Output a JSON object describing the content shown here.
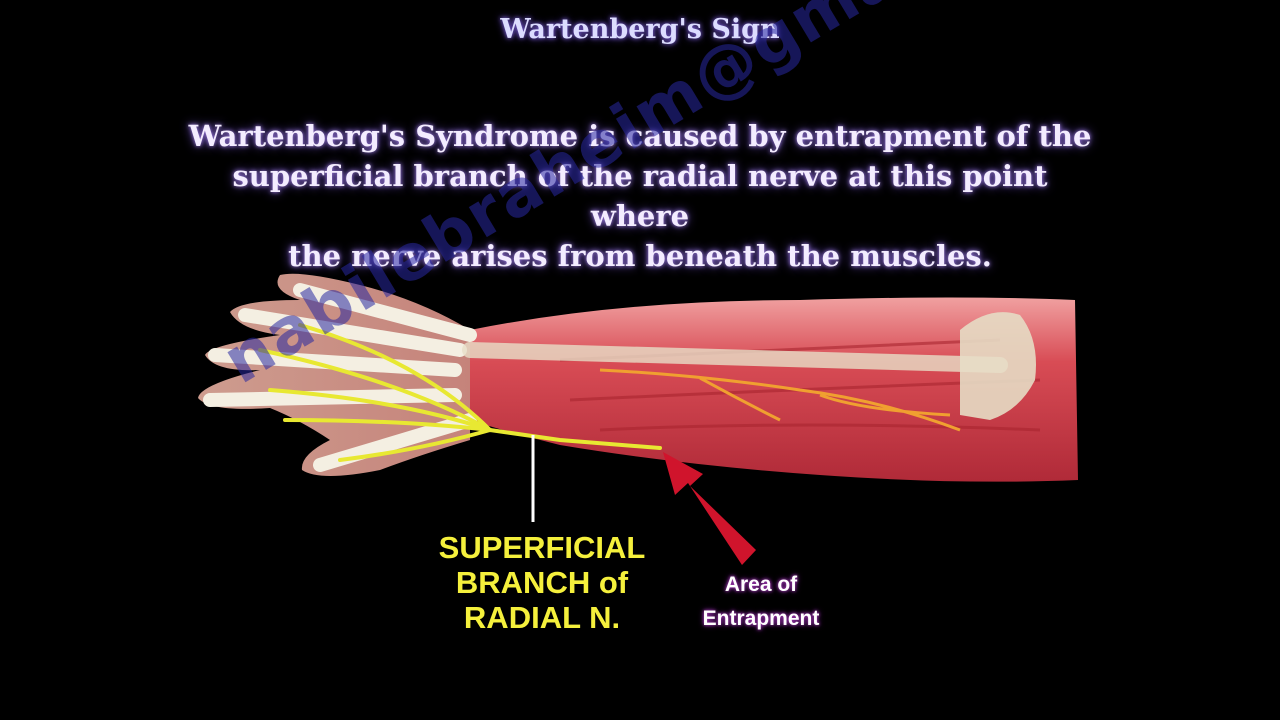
{
  "title": "Wartenberg's Sign",
  "description": {
    "line1": "Wartenberg's Syndrome is caused by entrapment of the",
    "line2": "superficial branch of the radial nerve at this point where",
    "line3": "the nerve arises from beneath the muscles."
  },
  "watermark": "nabilebraheim@gmail.com",
  "nerve_label": {
    "line1": "SUPERFICIAL",
    "line2": "BRANCH of",
    "line3": "RADIAL N."
  },
  "entrapment_label": {
    "line1": "Area of",
    "line2": "Entrapment"
  },
  "colors": {
    "background": "#000000",
    "nerve": "#e8e832",
    "muscle": "#d4404a",
    "arrow": "#d0142c",
    "bone": "#e6e0d0"
  }
}
